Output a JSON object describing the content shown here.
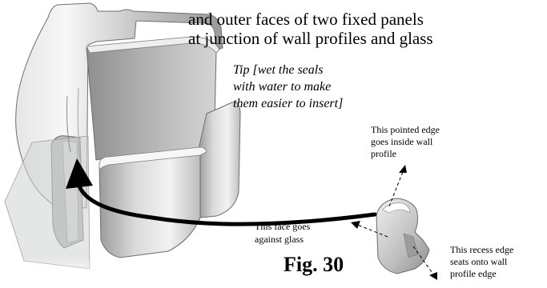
{
  "heading": [
    "and outer faces of two fixed panels",
    "at junction of wall profiles and glass"
  ],
  "tip": [
    "Tip [wet the seals",
    "with water to make",
    "them easier to insert]"
  ],
  "callouts": {
    "pointed_edge": [
      "This pointed edge",
      "goes inside wall",
      "profile"
    ],
    "face": [
      "This face goes",
      "against glass"
    ],
    "recess_edge": [
      "This recess edge",
      "seats onto wall",
      "profile edge"
    ]
  },
  "figure_label": "Fig. 30",
  "colors": {
    "profile": "#c8c8c8",
    "profile_dark": "#8a8a8a",
    "glass": "#d9dcdd",
    "arrow": "#000000"
  }
}
